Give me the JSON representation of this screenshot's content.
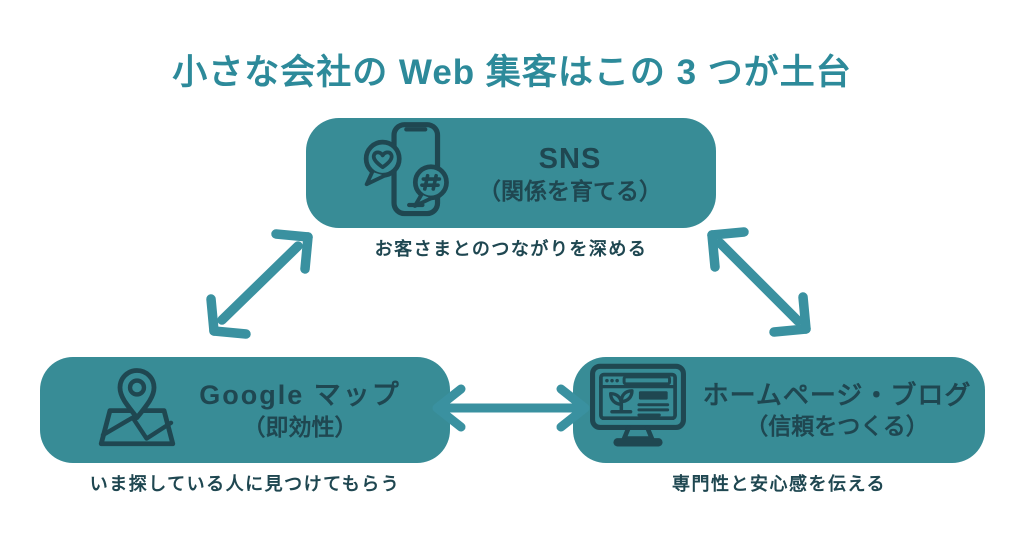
{
  "canvas": {
    "background": "#ffffff",
    "accent": "#388c96",
    "ink": "#1f4751",
    "title_color": "#2d8a9a",
    "arrow_color": "#3a91a0"
  },
  "title": "小さな会社の Web 集客はこの 3 つが土台",
  "nodes": {
    "sns": {
      "label": "SNS",
      "sublabel": "（関係を育てる）",
      "caption": "お客さまとのつながりを深める",
      "icon": "sns-smartphone-icon"
    },
    "gmap": {
      "label": "Google マップ",
      "sublabel": "（即効性）",
      "caption": "いま探している人に見つけてもらう",
      "icon": "google-map-pin-icon"
    },
    "homepage": {
      "label": "ホームページ・ブログ",
      "sublabel": "（信頼をつくる）",
      "caption": "専門性と安心感を伝える",
      "icon": "website-monitor-icon"
    }
  },
  "arrows": [
    {
      "name": "arrow-sns-gmap",
      "between": [
        "sns",
        "gmap"
      ],
      "direction": "bidirectional"
    },
    {
      "name": "arrow-sns-homepage",
      "between": [
        "sns",
        "homepage"
      ],
      "direction": "bidirectional"
    },
    {
      "name": "arrow-gmap-homepage",
      "between": [
        "gmap",
        "homepage"
      ],
      "direction": "bidirectional"
    }
  ]
}
